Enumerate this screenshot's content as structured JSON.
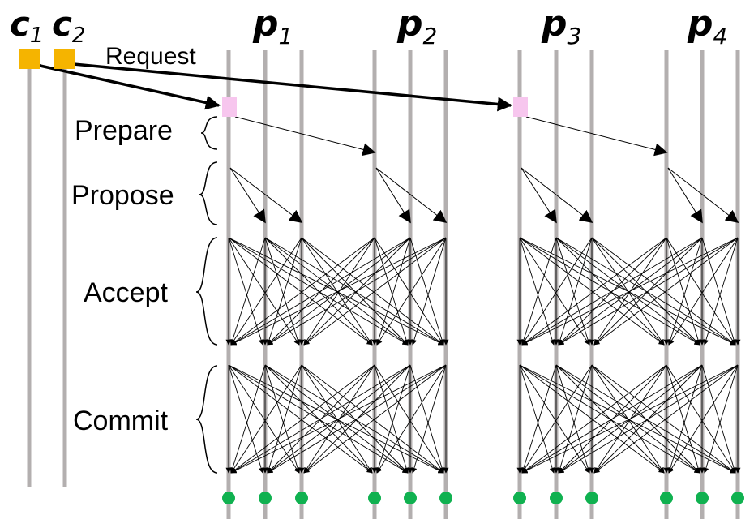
{
  "clients": [
    {
      "letter": "c",
      "sub": "1"
    },
    {
      "letter": "c",
      "sub": "2"
    }
  ],
  "processes": [
    {
      "letter": "p",
      "sub": "1"
    },
    {
      "letter": "p",
      "sub": "2"
    },
    {
      "letter": "p",
      "sub": "3"
    },
    {
      "letter": "p",
      "sub": "4"
    }
  ],
  "labels": {
    "request": "Request",
    "prepare": "Prepare",
    "propose": "Propose",
    "accept": "Accept",
    "commit": "Commit"
  },
  "colors": {
    "timeline": "#b3afaf",
    "client_box": "#f5b400",
    "leader_box": "#f7c6ee",
    "commit_dot": "#10b150",
    "arrow": "#000000"
  }
}
